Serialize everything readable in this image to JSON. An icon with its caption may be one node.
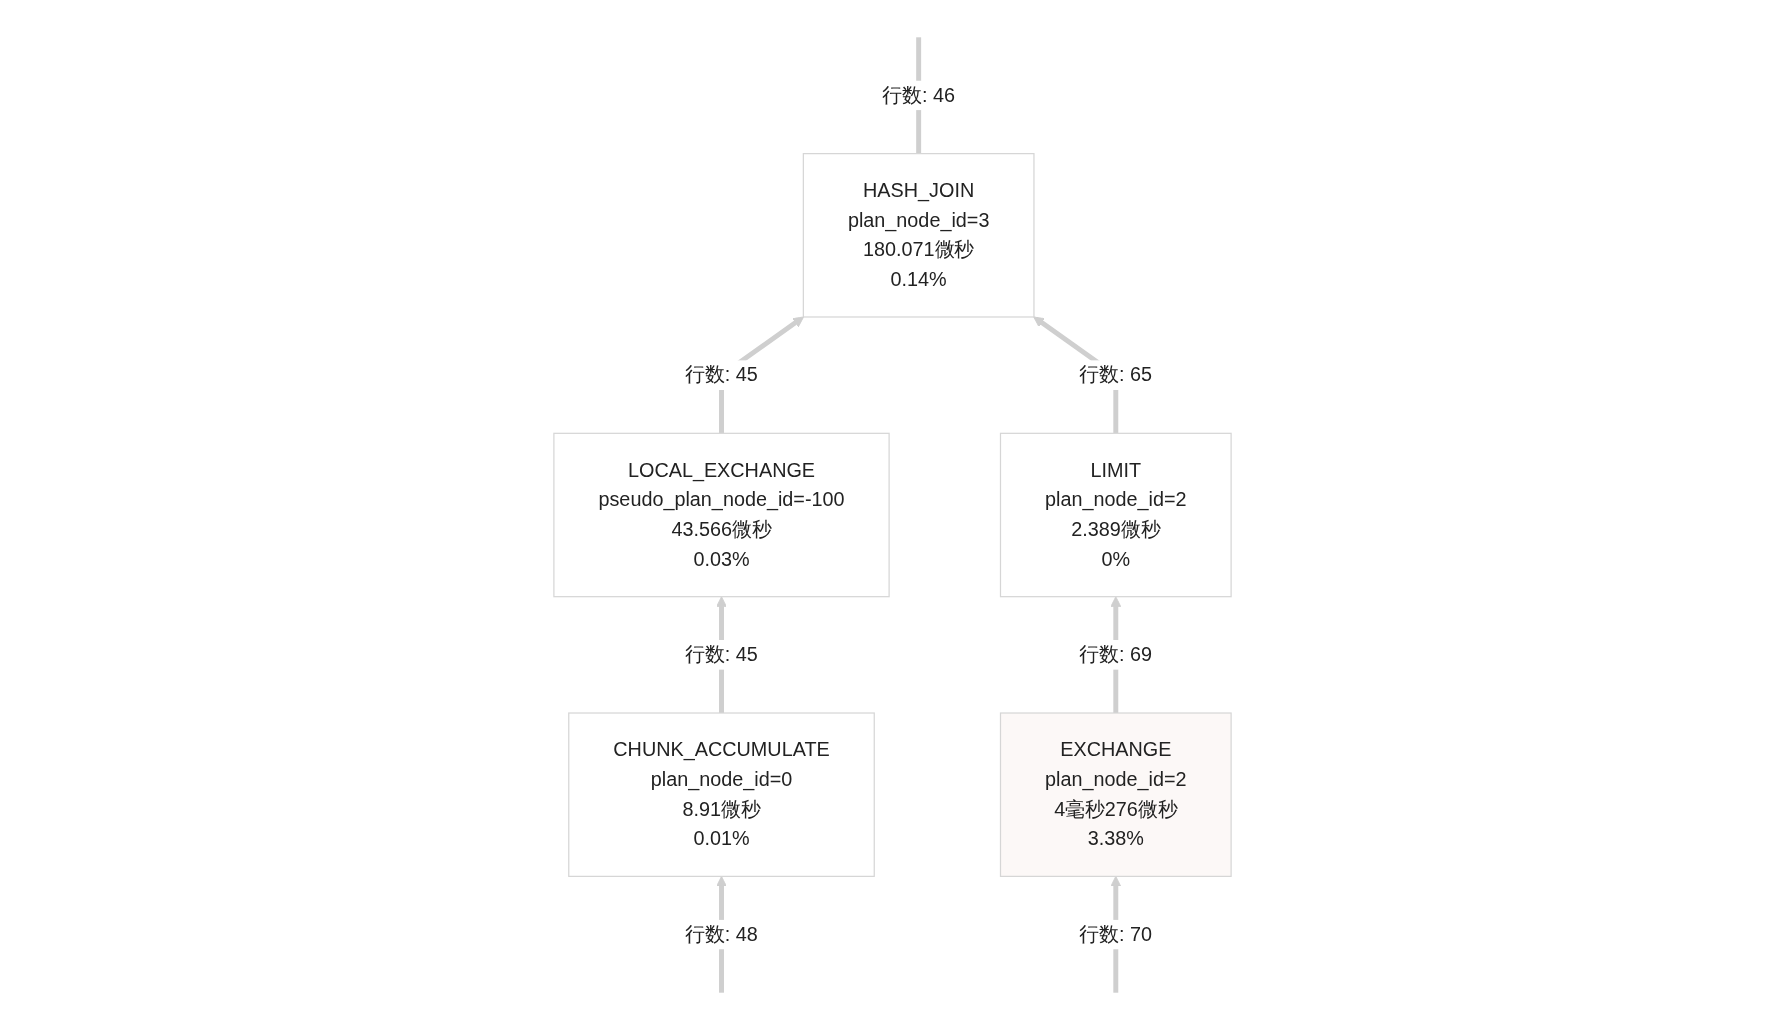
{
  "diagram": {
    "nodes": [
      {
        "text": [
          "HASH_JOIN",
          "plan_node_id=3",
          "180.071微秒",
          "0.14%"
        ]
      },
      {
        "text": [
          "LOCAL_EXCHANGE",
          "pseudo_plan_node_id=-100",
          "43.566微秒",
          "0.03%"
        ]
      },
      {
        "text": [
          "LIMIT",
          "plan_node_id=2",
          "2.389微秒",
          "0%"
        ]
      },
      {
        "text": [
          "CHUNK_ACCUMULATE",
          "plan_node_id=0",
          "8.91微秒",
          "0.01%"
        ]
      },
      {
        "text": [
          "EXCHANGE",
          "plan_node_id=2",
          "4毫秒276微秒",
          "3.38%"
        ]
      }
    ],
    "edges": [
      {
        "from": 0,
        "to": null,
        "arrow": "none",
        "label": "行数: 46"
      },
      {
        "from": 1,
        "to": 0,
        "arrow": "to",
        "label": "行数: 45"
      },
      {
        "from": 2,
        "to": 0,
        "arrow": "to",
        "label": "行数: 65"
      },
      {
        "from": 3,
        "to": 1,
        "arrow": "to",
        "label": "行数: 45"
      },
      {
        "from": 4,
        "to": 2,
        "arrow": "to",
        "label": "行数: 69"
      },
      {
        "from": null,
        "to": 3,
        "arrow": "to",
        "label": "行数: 48"
      },
      {
        "from": null,
        "to": 4,
        "arrow": "to",
        "label": "行数: 70"
      }
    ]
  }
}
